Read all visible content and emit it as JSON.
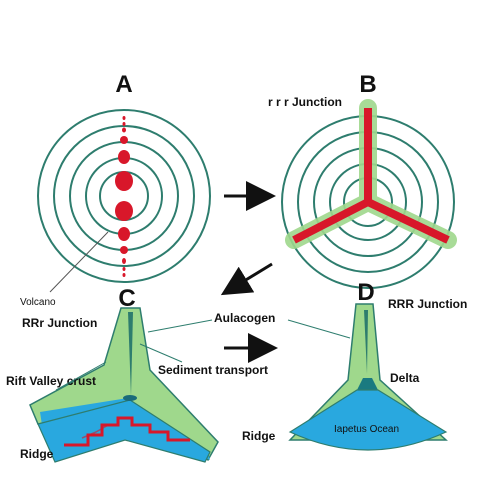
{
  "panels": {
    "a": {
      "letter": "A"
    },
    "b": {
      "letter": "B",
      "title": "r r r Junction"
    },
    "c": {
      "letter": "C",
      "title": "RRr Junction"
    },
    "d": {
      "letter": "D",
      "title": "RRR Junction"
    }
  },
  "labels": {
    "volcano": "Volcano",
    "rift_valley_crust": "Rift  Valley  crust",
    "aulacogen": "Aulacogen",
    "sediment_transport": "Sediment  transport",
    "ridge_c": "Ridge",
    "ridge_d": "Ridge",
    "delta": "Delta",
    "ocean": "Iapetus Ocean"
  },
  "colors": {
    "ring": "#2e7d6e",
    "volcano_red": "#d8172a",
    "crust_green": "#9fd88c",
    "ocean_blue": "#29a8df",
    "arrow": "#111111"
  }
}
